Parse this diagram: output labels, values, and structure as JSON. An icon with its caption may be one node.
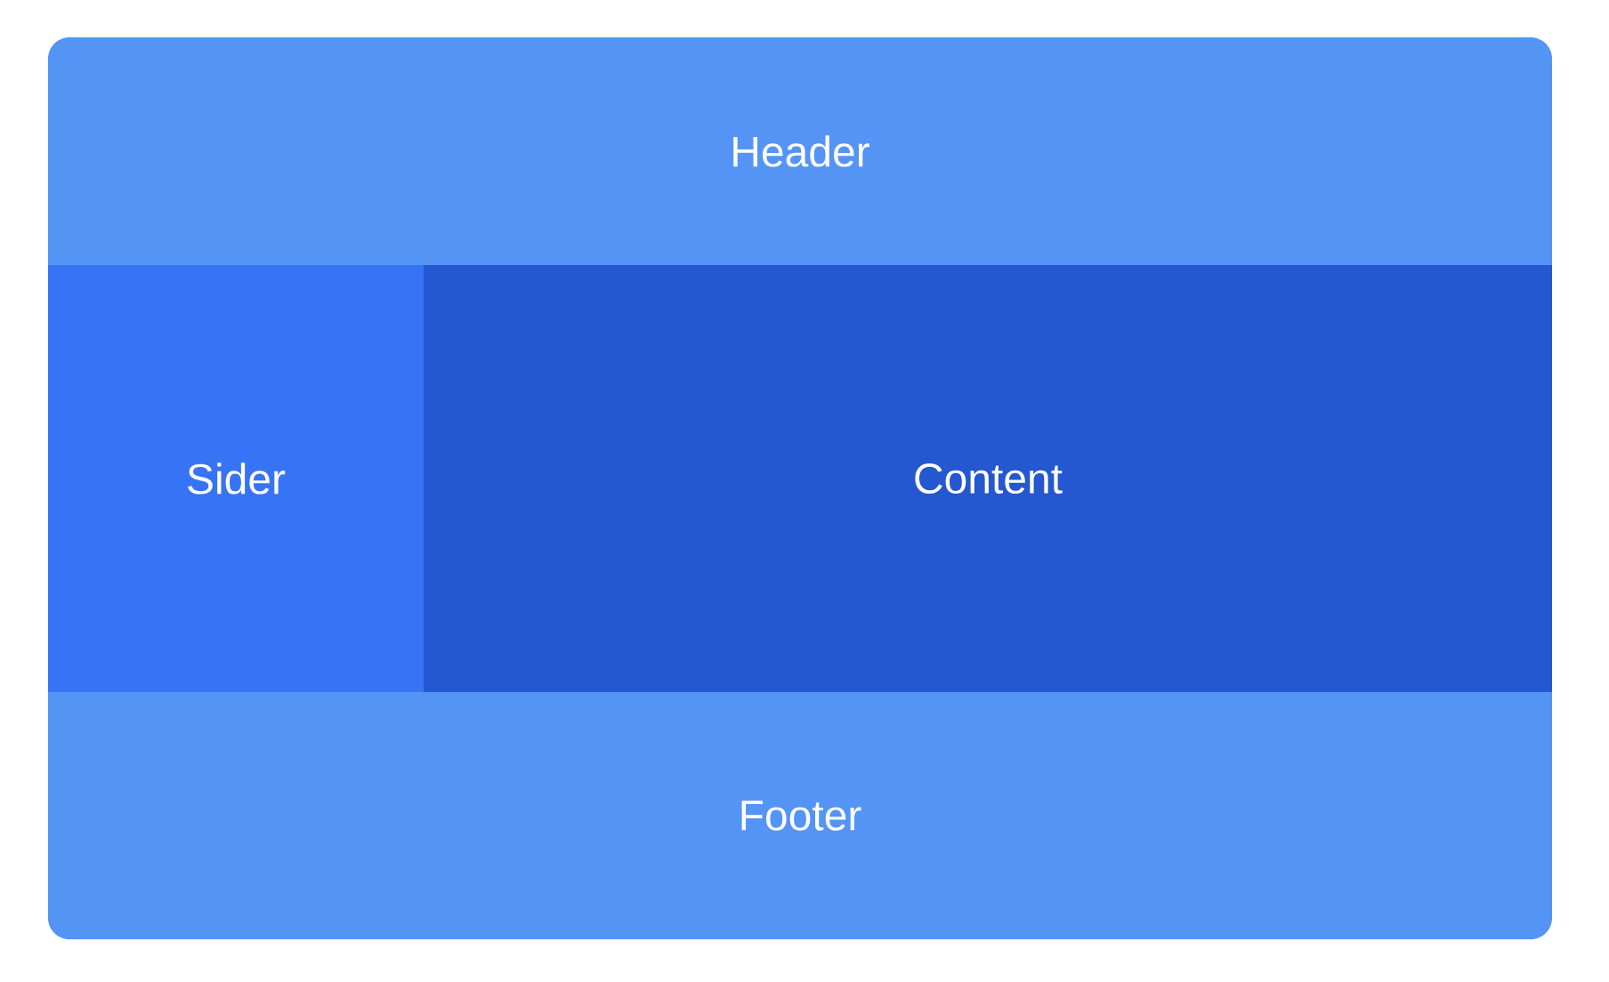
{
  "diagram": {
    "nodes": [
      {
        "text": [
          "Header"
        ]
      },
      {
        "text": [
          "Sider"
        ]
      },
      {
        "text": [
          "Content"
        ]
      },
      {
        "text": [
          "Footer"
        ]
      }
    ]
  }
}
